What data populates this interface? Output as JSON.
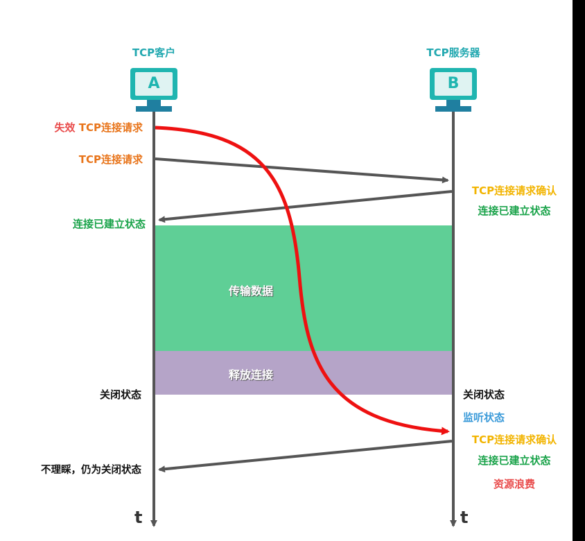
{
  "client": {
    "title": "TCP客户",
    "letter": "A"
  },
  "server": {
    "title": "TCP服务器",
    "letter": "B"
  },
  "labels": {
    "invalid_prefix": "失效",
    "invalid_request": "TCP连接请求",
    "request": "TCP连接请求",
    "server_ack1": "TCP连接请求确认",
    "server_established1": "连接已建立状态",
    "client_established": "连接已建立状态",
    "transfer": "传输数据",
    "release": "释放连接",
    "client_closed": "关闭状态",
    "server_closed": "关闭状态",
    "server_listen": "监听状态",
    "server_ack2": "TCP连接请求确认",
    "server_established2": "连接已建立状态",
    "waste": "资源浪费",
    "client_ignore": "不理睬，仍为关闭状态",
    "time_axis": "t"
  },
  "colors": {
    "monitor": "#1fb5b0",
    "monitor_screen": "#dff3f2",
    "transfer_band": "#5fcf96",
    "release_band": "#b5a4c8",
    "arrow": "#555555",
    "invalid_arrow": "#ee1111"
  }
}
